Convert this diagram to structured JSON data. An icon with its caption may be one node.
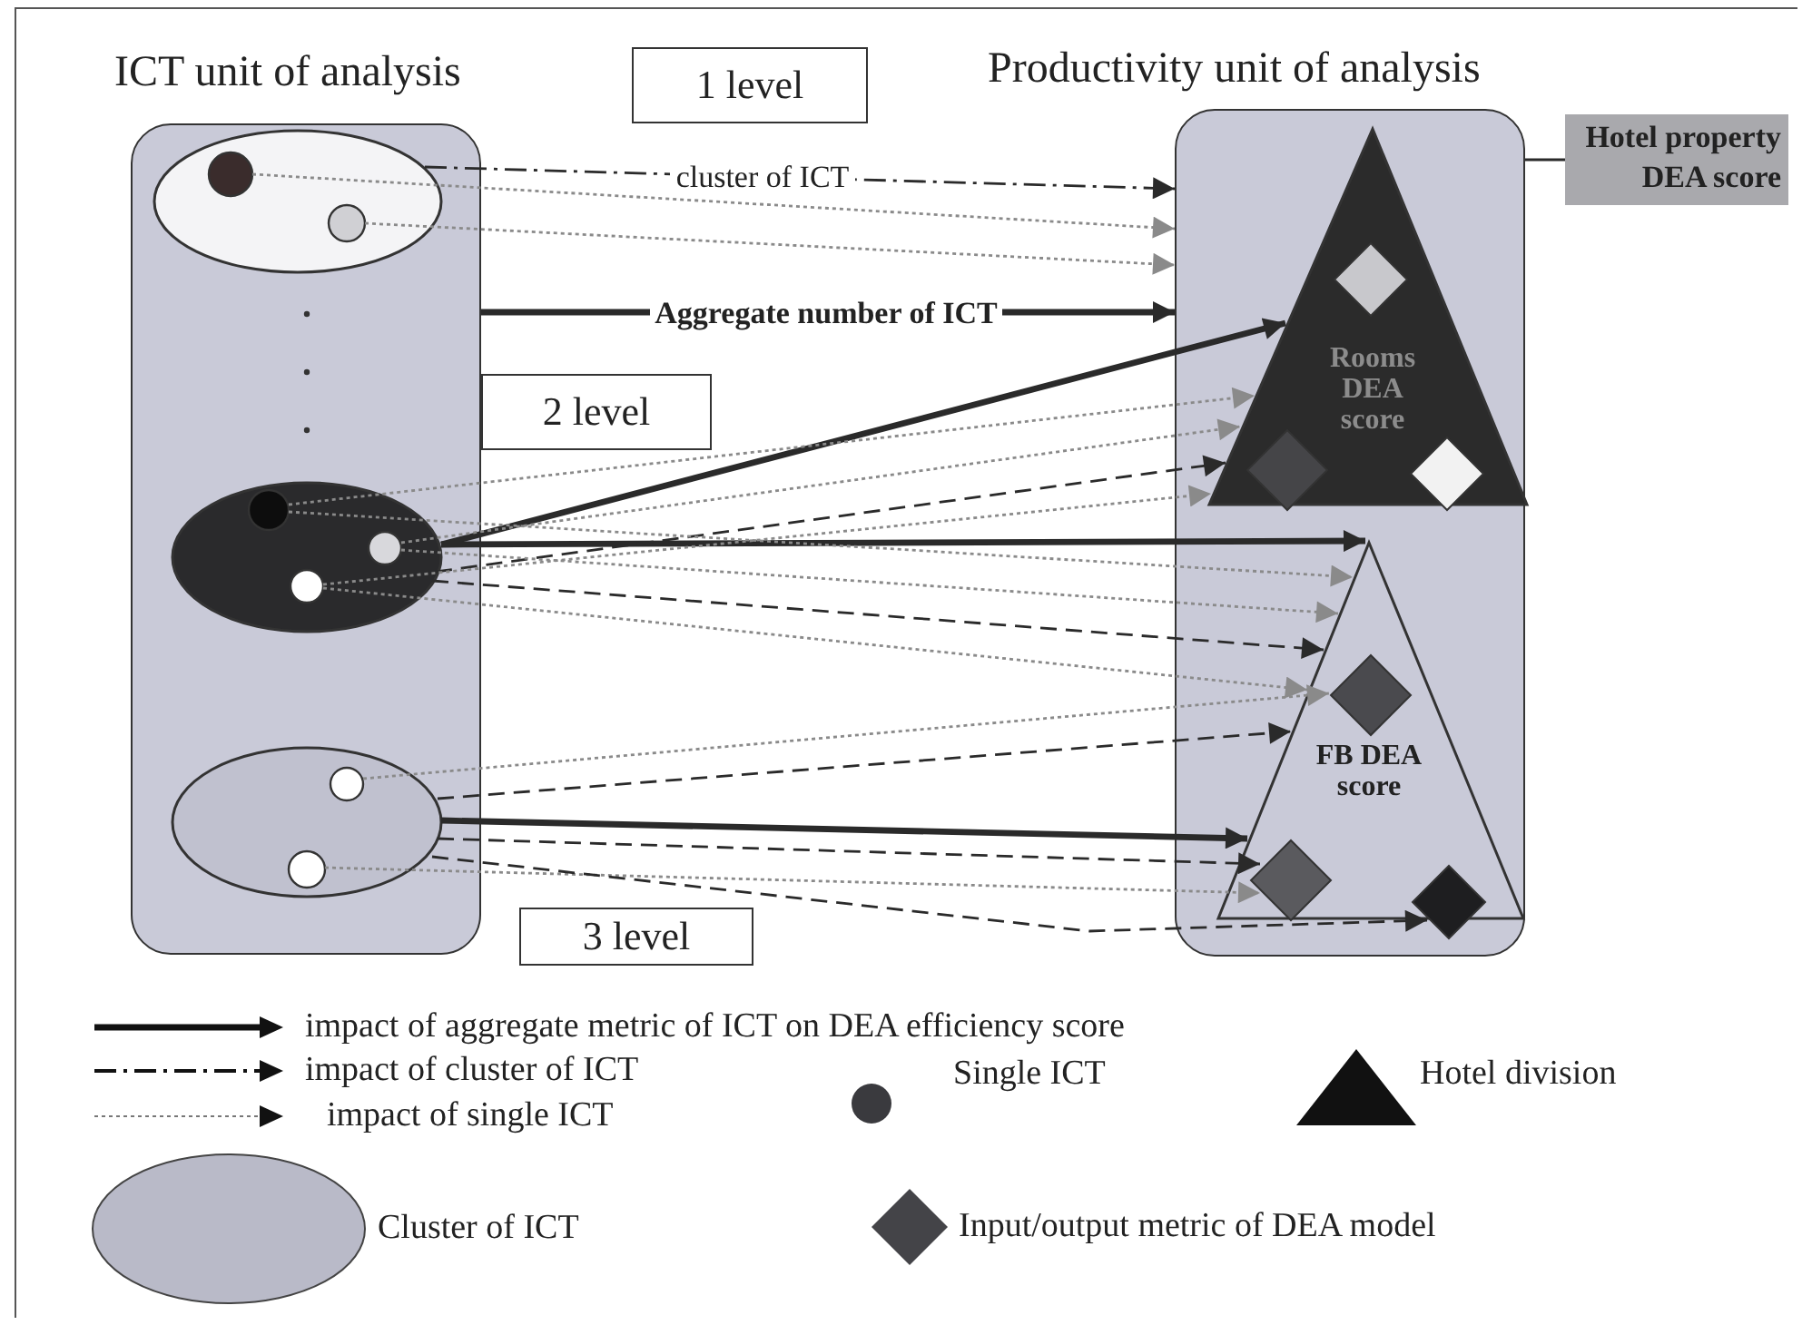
{
  "diagram": {
    "nodes": [
      {
        "text": [
          "ICT unit of analysis"
        ]
      },
      {
        "text": [],
        "shape": "ellipse",
        "in": 0
      },
      {
        "text": [],
        "shape": "circle",
        "in": 1
      },
      {
        "text": [],
        "shape": "circle",
        "in": 1
      },
      {
        "text": [],
        "shape": "ellipse",
        "in": 0
      },
      {
        "text": [],
        "shape": "circle",
        "in": 4
      },
      {
        "text": [],
        "shape": "circle",
        "in": 4
      },
      {
        "text": [],
        "shape": "circle",
        "in": 4
      },
      {
        "text": [],
        "shape": "ellipse",
        "in": 0
      },
      {
        "text": [],
        "shape": "circle",
        "in": 8
      },
      {
        "text": [],
        "shape": "circle",
        "in": 8
      },
      {
        "text": [
          "1 level"
        ]
      },
      {
        "text": [
          "2 level"
        ]
      },
      {
        "text": [
          "3 level"
        ]
      },
      {
        "text": [
          "Productivity unit of analysis"
        ]
      },
      {
        "text": [
          "Rooms DEA score"
        ],
        "in": 14
      },
      {
        "text": [],
        "shape": "diamond",
        "in": 15
      },
      {
        "text": [],
        "shape": "diamond",
        "in": 15
      },
      {
        "text": [],
        "shape": "diamond",
        "in": 15
      },
      {
        "text": [
          "FB DEA score"
        ],
        "in": 14
      },
      {
        "text": [],
        "shape": "diamond",
        "in": 19
      },
      {
        "text": [],
        "shape": "diamond",
        "in": 19
      },
      {
        "text": [],
        "shape": "diamond",
        "in": 19
      },
      {
        "text": [
          "Hotel property DEA score"
        ]
      }
    ],
    "edges": [
      {
        "from": 1,
        "to": 14,
        "arrow": "to",
        "style": "dashed",
        "label": "cluster of ICT"
      },
      {
        "from": 2,
        "to": 14,
        "arrow": "to",
        "style": "dashed",
        "color": "#8a8a8a"
      },
      {
        "from": 3,
        "to": 14,
        "arrow": "to",
        "style": "dashed",
        "color": "#8a8a8a"
      },
      {
        "from": 0,
        "to": 14,
        "arrow": "to",
        "style": "thick",
        "label": "Aggregate number of ICT"
      },
      {
        "from": 4,
        "to": 15,
        "arrow": "to",
        "style": "thick"
      },
      {
        "from": 4,
        "to": 19,
        "arrow": "to",
        "style": "thick"
      },
      {
        "from": 5,
        "to": 15,
        "arrow": "to",
        "style": "dashed",
        "color": "#8a8a8a"
      },
      {
        "from": 6,
        "to": 15,
        "arrow": "to",
        "style": "dashed",
        "color": "#8a8a8a"
      },
      {
        "from": 4,
        "to": 15,
        "arrow": "to",
        "style": "dashed"
      },
      {
        "from": 7,
        "to": 15,
        "arrow": "to",
        "style": "dashed",
        "color": "#8a8a8a"
      },
      {
        "from": 5,
        "to": 19,
        "arrow": "to",
        "style": "dashed",
        "color": "#8a8a8a"
      },
      {
        "from": 6,
        "to": 19,
        "arrow": "to",
        "style": "dashed",
        "color": "#8a8a8a"
      },
      {
        "from": 4,
        "to": 19,
        "arrow": "to",
        "style": "dashed"
      },
      {
        "from": 7,
        "to": 19,
        "arrow": "to",
        "style": "dashed",
        "color": "#8a8a8a"
      },
      {
        "from": 8,
        "to": 19,
        "arrow": "to",
        "style": "dashed"
      },
      {
        "from": 9,
        "to": 20,
        "arrow": "to",
        "style": "dashed",
        "color": "#8a8a8a"
      },
      {
        "from": 8,
        "to": 19,
        "arrow": "to",
        "style": "thick"
      },
      {
        "from": 8,
        "to": 21,
        "arrow": "to",
        "style": "dashed"
      },
      {
        "from": 10,
        "to": 21,
        "arrow": "to",
        "style": "dashed",
        "color": "#8a8a8a"
      },
      {
        "from": 8,
        "to": 22,
        "arrow": "to",
        "style": "dashed"
      },
      {
        "from": 23,
        "to": 14,
        "arrow": "none"
      }
    ],
    "legend": [
      {
        "text": "impact of aggregate metric of ICT on DEA efficiency score"
      },
      {
        "text": "impact of cluster of ICT"
      },
      {
        "text": "Single ICT"
      },
      {
        "text": "Hotel division"
      },
      {
        "text": "impact of single ICT"
      },
      {
        "text": "Cluster of ICT"
      },
      {
        "text": "Input/output metric of DEA model"
      }
    ]
  }
}
